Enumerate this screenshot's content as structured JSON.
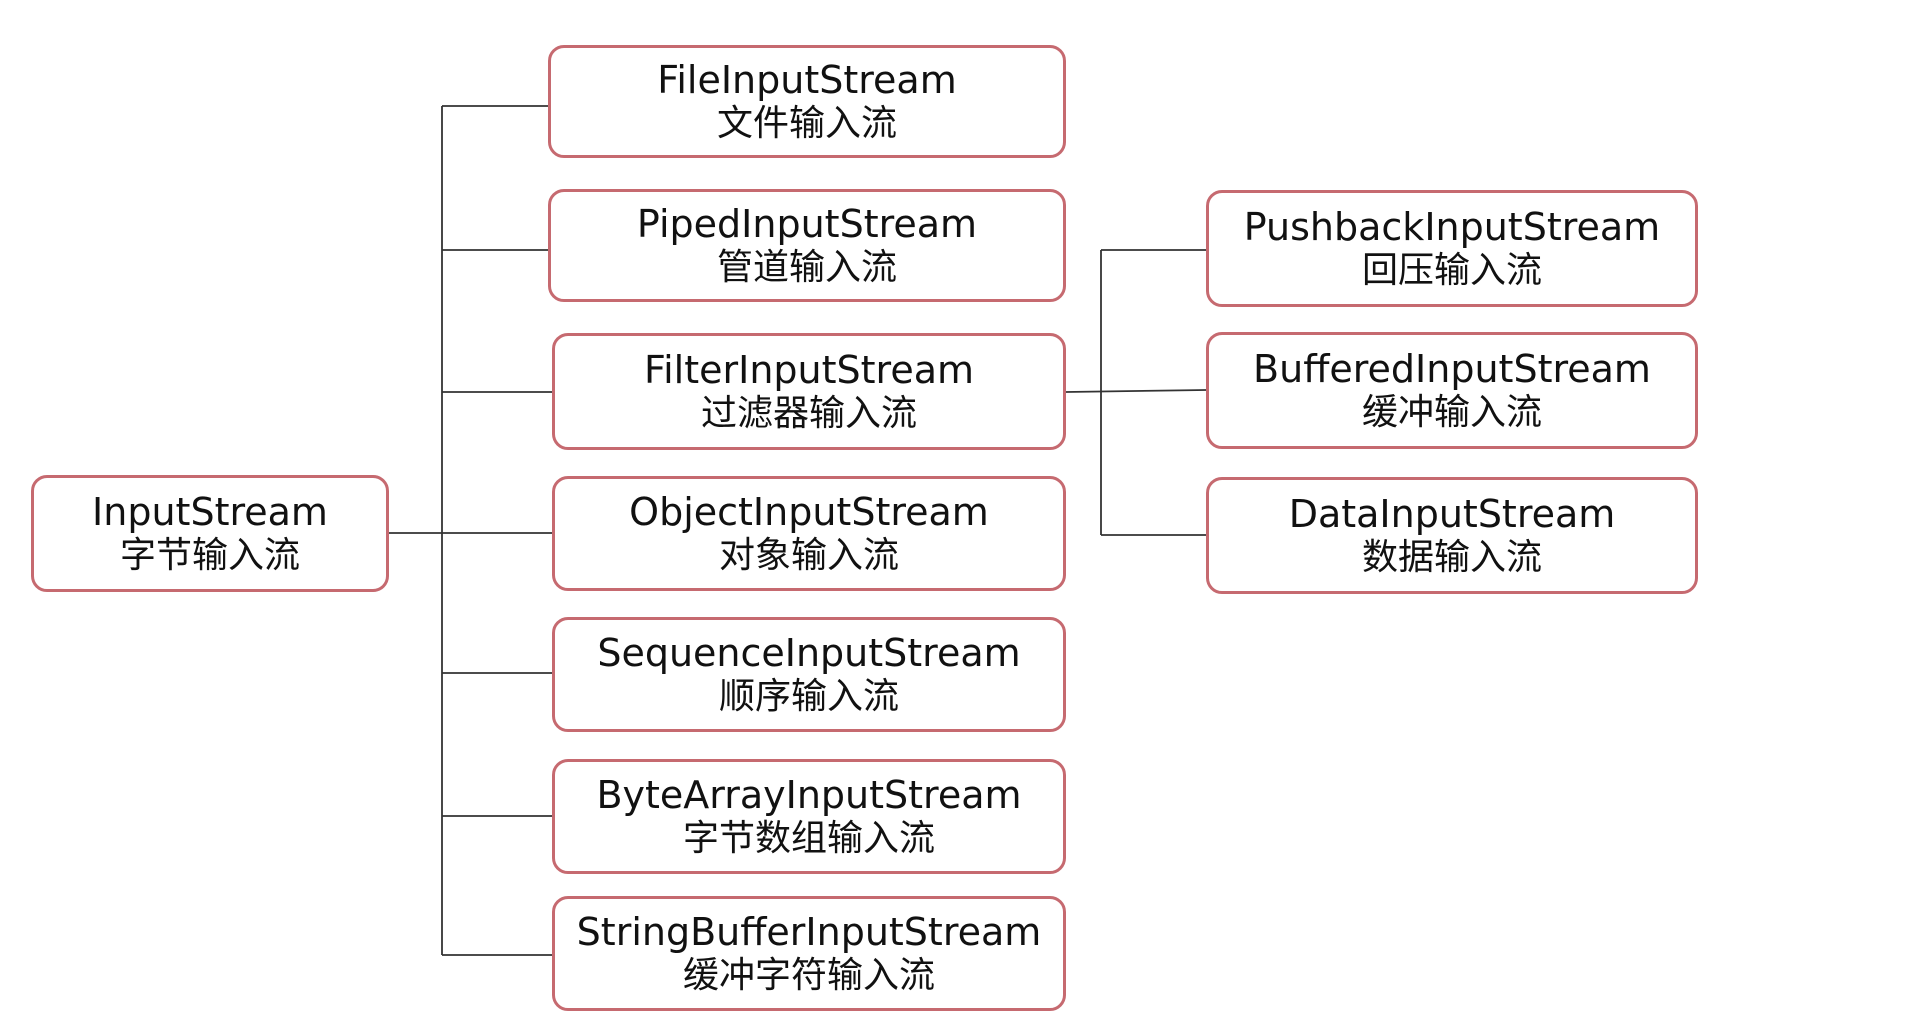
{
  "diagram": {
    "root": {
      "name": "InputStream",
      "desc": "字节输入流"
    },
    "children": [
      {
        "name": "FileInputStream",
        "desc": "文件输入流"
      },
      {
        "name": "PipedInputStream",
        "desc": "管道输入流"
      },
      {
        "name": "FilterInputStream",
        "desc": "过滤器输入流"
      },
      {
        "name": "ObjectInputStream",
        "desc": "对象输入流"
      },
      {
        "name": "SequenceInputStream",
        "desc": "顺序输入流"
      },
      {
        "name": "ByteArrayInputStream",
        "desc": "字节数组输入流"
      },
      {
        "name": "StringBufferInputStream",
        "desc": "缓冲字符输入流"
      }
    ],
    "filter_children": [
      {
        "name": "PushbackInputStream",
        "desc": "回压输入流"
      },
      {
        "name": "BufferedInputStream",
        "desc": "缓冲输入流"
      },
      {
        "name": "DataInputStream",
        "desc": "数据输入流"
      }
    ],
    "colors": {
      "box_border": "#c66a70",
      "connector": "#333333",
      "text": "#111111"
    }
  }
}
